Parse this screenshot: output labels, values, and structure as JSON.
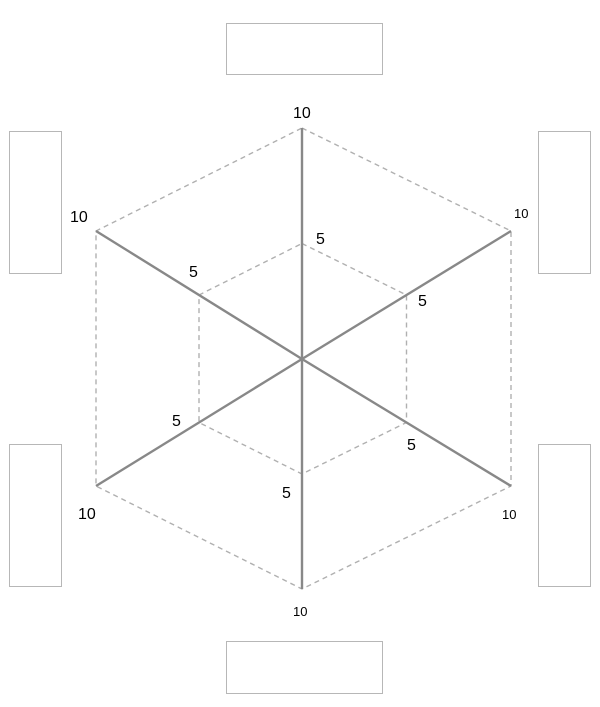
{
  "chart_data": {
    "type": "radar",
    "axes": 6,
    "range": [
      0,
      10
    ],
    "rings": [
      5,
      10
    ],
    "tick_labels": {
      "top": [
        "5",
        "10"
      ],
      "upper_right": [
        "5",
        "10"
      ],
      "lower_right": [
        "5",
        "10"
      ],
      "bottom": [
        "5",
        "10"
      ],
      "lower_left": [
        "5",
        "10"
      ],
      "upper_left": [
        "5",
        "10"
      ]
    },
    "axis_labels": [
      "",
      "",
      "",
      "",
      "",
      ""
    ],
    "colors": {
      "axis": "#888888",
      "grid": "#b0b0b0",
      "label_box": "#b7b7b7"
    }
  }
}
